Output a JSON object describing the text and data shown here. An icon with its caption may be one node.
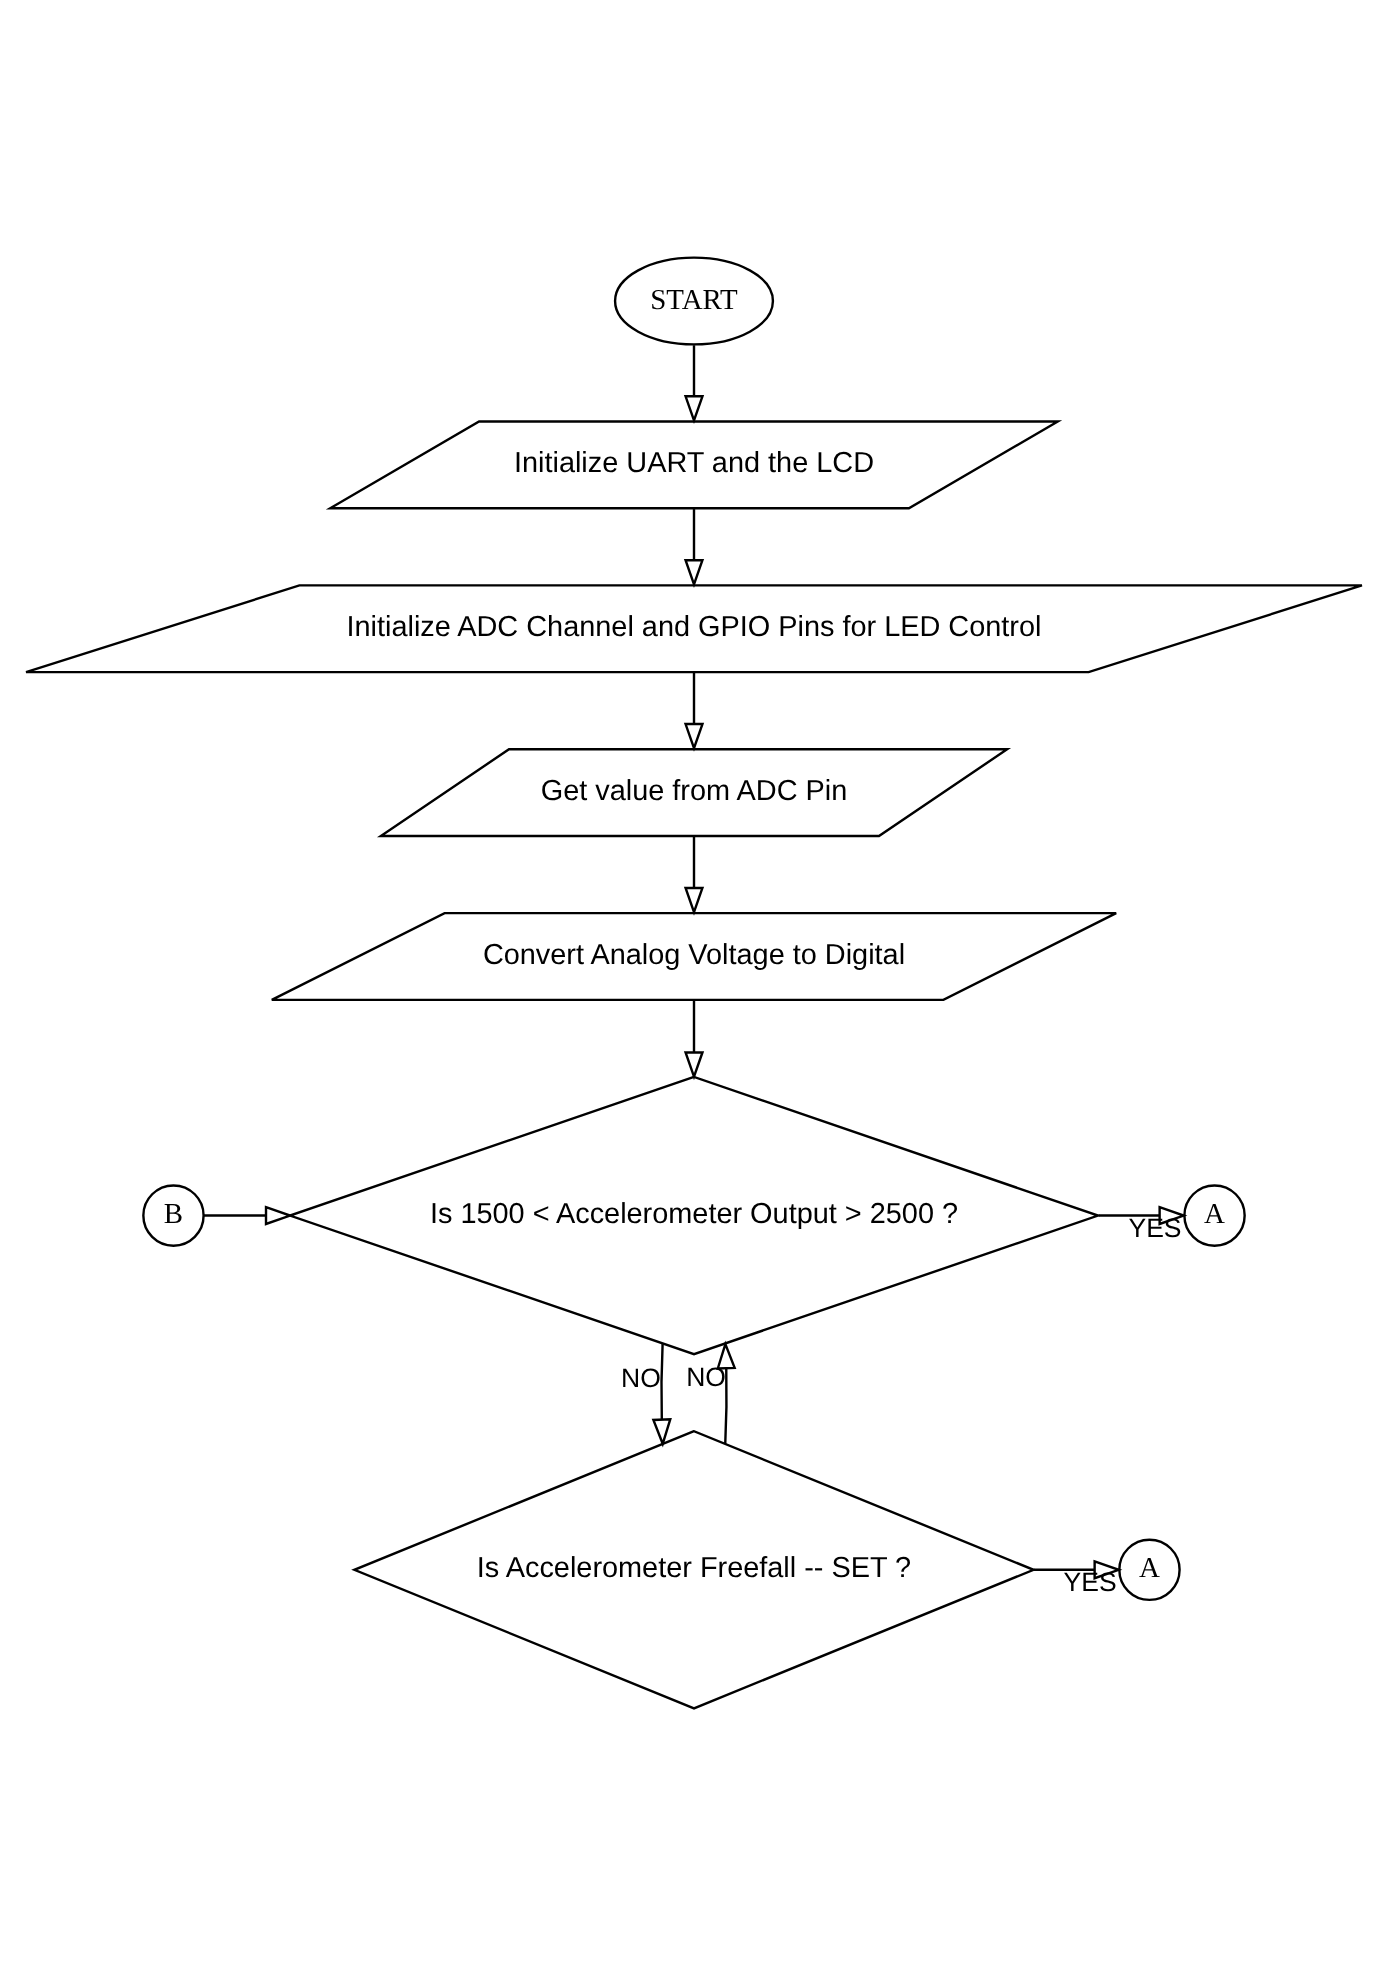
{
  "diagram": {
    "nodes": [
      {
        "text": [
          "START"
        ]
      },
      {
        "text": [
          "Initialize UART and the LCD"
        ]
      },
      {
        "text": [
          "Initialize ADC Channel and GPIO Pins for LED Control"
        ]
      },
      {
        "text": [
          "Get value from ADC Pin"
        ]
      },
      {
        "text": [
          "Convert Analog Voltage to Digital"
        ]
      },
      {
        "text": [
          "B"
        ]
      },
      {
        "text": [
          "Is 1500 < Accelerometer Output > 2500 ?"
        ]
      },
      {
        "text": [
          "A"
        ]
      },
      {
        "text": [
          "Is Accelerometer Freefall -- SET ?"
        ]
      },
      {
        "text": [
          "A"
        ]
      }
    ],
    "edges": [
      {
        "from": 0,
        "to": 1,
        "arrow": "to"
      },
      {
        "from": 1,
        "to": 2,
        "arrow": "to"
      },
      {
        "from": 2,
        "to": 3,
        "arrow": "to"
      },
      {
        "from": 3,
        "to": 4,
        "arrow": "to"
      },
      {
        "from": 4,
        "to": 6,
        "arrow": "to"
      },
      {
        "from": 5,
        "to": 6,
        "arrow": "to"
      },
      {
        "from": 6,
        "to": 7,
        "label": "YES",
        "arrow": "to"
      },
      {
        "from": 6,
        "to": 8,
        "label": "NO",
        "arrow": "to"
      },
      {
        "from": 8,
        "to": 9,
        "label": "YES",
        "arrow": "to"
      },
      {
        "from": 8,
        "to": 6,
        "label": "NO",
        "arrow": "to"
      }
    ]
  }
}
